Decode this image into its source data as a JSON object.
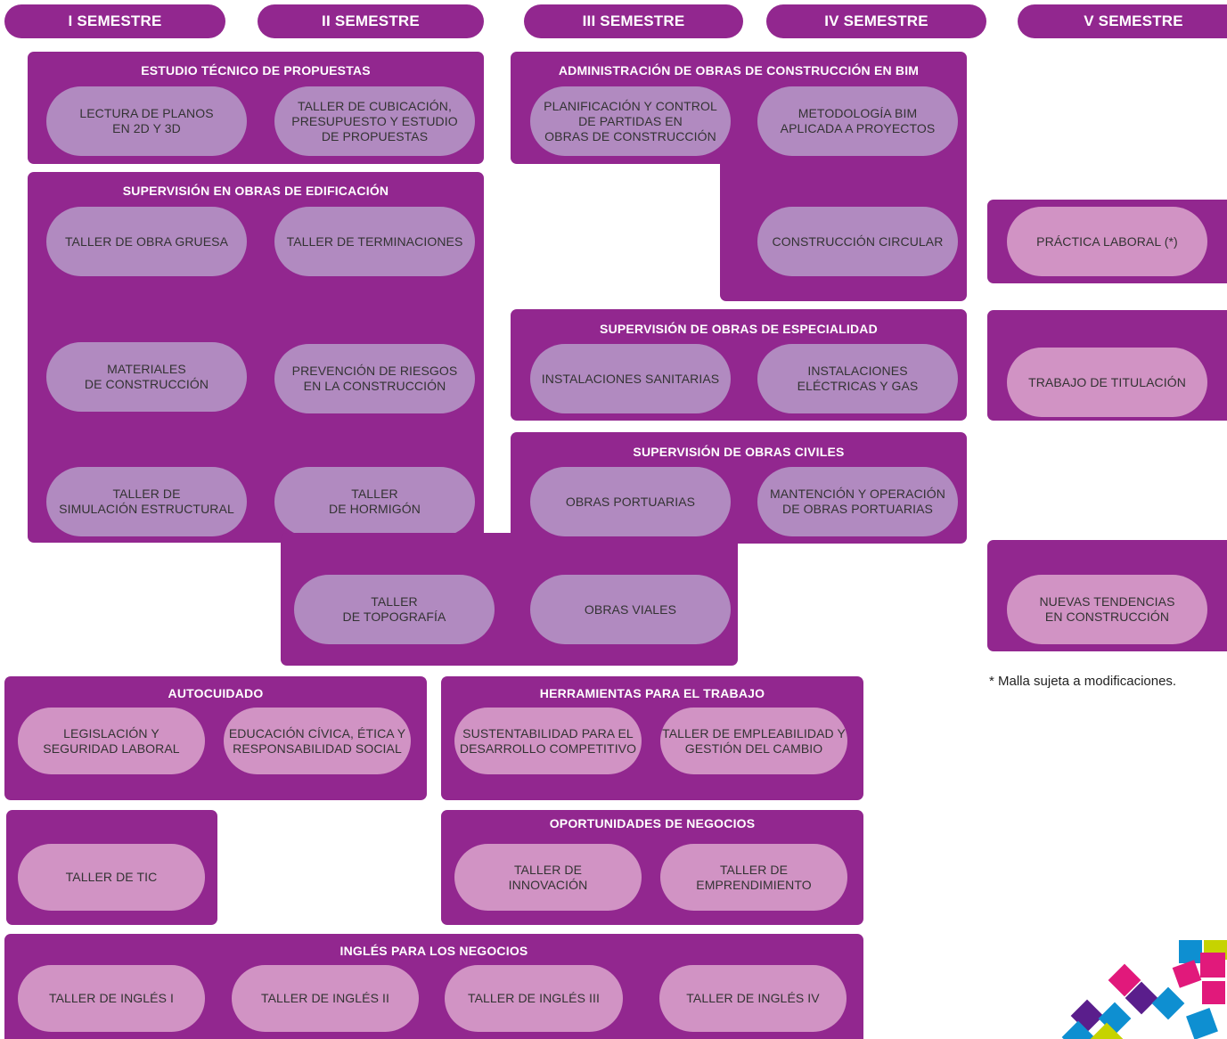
{
  "semesters": [
    "I SEMESTRE",
    "II SEMESTRE",
    "III SEMESTRE",
    "IV SEMESTRE",
    "V SEMESTRE"
  ],
  "groups": {
    "estudio_tecnico": "ESTUDIO TÉCNICO DE PROPUESTAS",
    "supervision_edificacion": "SUPERVISIÓN EN OBRAS DE EDIFICACIÓN",
    "administracion_bim": "ADMINISTRACIÓN DE OBRAS DE CONSTRUCCIÓN EN BIM",
    "supervision_especialidad": "SUPERVISIÓN DE OBRAS DE ESPECIALIDAD",
    "supervision_civiles": "SUPERVISIÓN DE OBRAS CIVILES",
    "autocuidado": "AUTOCUIDADO",
    "herramientas": "HERRAMIENTAS PARA EL TRABAJO",
    "oportunidades": "OPORTUNIDADES DE NEGOCIOS",
    "ingles": "INGLÉS PARA LOS NEGOCIOS"
  },
  "courses": {
    "lectura_planos": "LECTURA DE PLANOS\nEN 2D Y 3D",
    "taller_cubicacion": "TALLER DE CUBICACIÓN,\nPRESUPUESTO Y ESTUDIO\nDE PROPUESTAS",
    "planificacion_control": "PLANIFICACIÓN Y CONTROL\nDE PARTIDAS EN\nOBRAS DE CONSTRUCCIÓN",
    "metodologia_bim": "METODOLOGÍA BIM\nAPLICADA A PROYECTOS",
    "construccion_circular": "CONSTRUCCIÓN CIRCULAR",
    "obra_gruesa": "TALLER DE OBRA GRUESA",
    "terminaciones": "TALLER DE TERMINACIONES",
    "materiales": "MATERIALES\nDE CONSTRUCCIÓN",
    "prevencion_riesgos": "PREVENCIÓN DE RIESGOS\nEN LA CONSTRUCCIÓN",
    "simulacion_estructural": "TALLER DE\nSIMULACIÓN ESTRUCTURAL",
    "hormigon": "TALLER\nDE HORMIGÓN",
    "instalaciones_sanitarias": "INSTALACIONES SANITARIAS",
    "instalaciones_electricas": "INSTALACIONES\nELÉCTRICAS Y GAS",
    "obras_portuarias": "OBRAS PORTUARIAS",
    "mantencion_portuarias": "MANTENCIÓN Y OPERACIÓN\nDE OBRAS PORTUARIAS",
    "topografia": "TALLER\nDE TOPOGRAFÍA",
    "obras_viales": "OBRAS VIALES",
    "practica_laboral": "PRÁCTICA LABORAL (*)",
    "trabajo_titulacion": "TRABAJO DE TITULACIÓN",
    "nuevas_tendencias": "NUEVAS TENDENCIAS\nEN CONSTRUCCIÓN",
    "legislacion": "LEGISLACIÓN Y\nSEGURIDAD LABORAL",
    "educacion_civica": "EDUCACIÓN CÍVICA, ÉTICA Y\nRESPONSABILIDAD SOCIAL",
    "sustentabilidad": "SUSTENTABILIDAD PARA EL\nDESARROLLO COMPETITIVO",
    "empleabilidad": "TALLER DE EMPLEABILIDAD Y\nGESTIÓN DEL CAMBIO",
    "tic": "TALLER DE TIC",
    "innovacion": "TALLER DE\nINNOVACIÓN",
    "emprendimiento": "TALLER DE\nEMPRENDIMIENTO",
    "ingles_1": "TALLER DE INGLÉS I",
    "ingles_2": "TALLER DE INGLÉS II",
    "ingles_3": "TALLER DE INGLÉS III",
    "ingles_4": "TALLER DE INGLÉS IV"
  },
  "note": "* Malla sujeta a modificaciones.",
  "colors": {
    "box": "#92278f",
    "pill_specialty": "#b18ac0",
    "pill_general": "#d193c4",
    "logo": [
      "#0e8fd1",
      "#c6d300",
      "#e1197b",
      "#5a1e8c"
    ]
  }
}
